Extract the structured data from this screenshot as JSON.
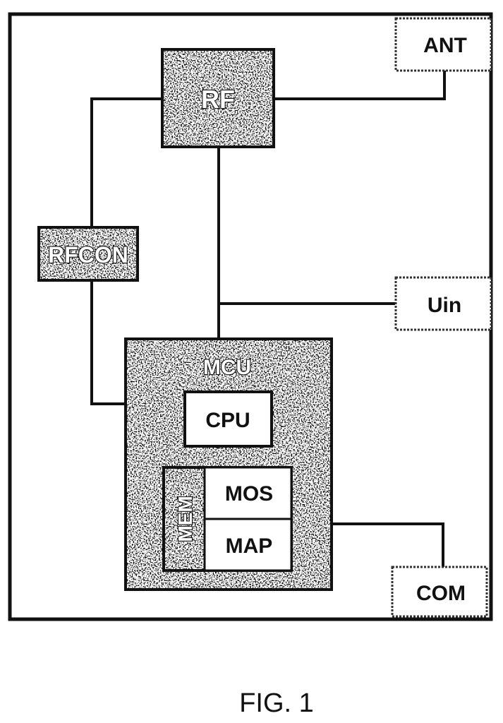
{
  "blocks": {
    "ant": "ANT",
    "rf": "RF",
    "rfcon": "RFCON",
    "uin": "Uin",
    "mcu": "MCU",
    "cpu": "CPU",
    "mem": "MEM",
    "mos": "MOS",
    "map": "MAP",
    "com": "COM"
  },
  "caption": "FIG. 1",
  "colors": {
    "line": "#111111",
    "shading": "#9a9a9a",
    "background": "#ffffff"
  }
}
